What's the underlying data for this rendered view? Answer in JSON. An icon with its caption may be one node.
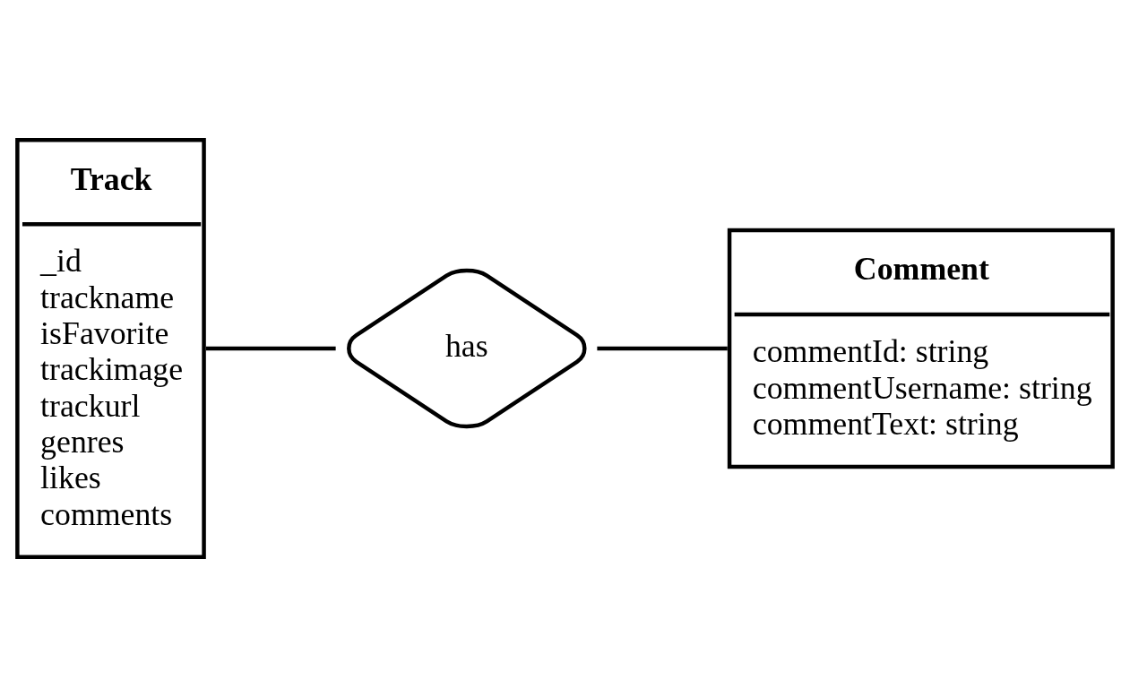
{
  "diagram": {
    "nodes": [
      {
        "text": [
          "Track",
          "_id",
          "trackname",
          "isFavorite",
          "trackimage",
          "trackurl",
          "genres",
          "likes",
          "comments"
        ]
      },
      {
        "text": [
          "Comment",
          "commentId: string",
          "commentUsername: string",
          "commentText: string"
        ]
      },
      {
        "text": [
          "has"
        ]
      }
    ],
    "edges": [
      {
        "from": 0,
        "to": 2,
        "arrow": "none"
      },
      {
        "from": 2,
        "to": 1,
        "arrow": "none"
      }
    ]
  }
}
